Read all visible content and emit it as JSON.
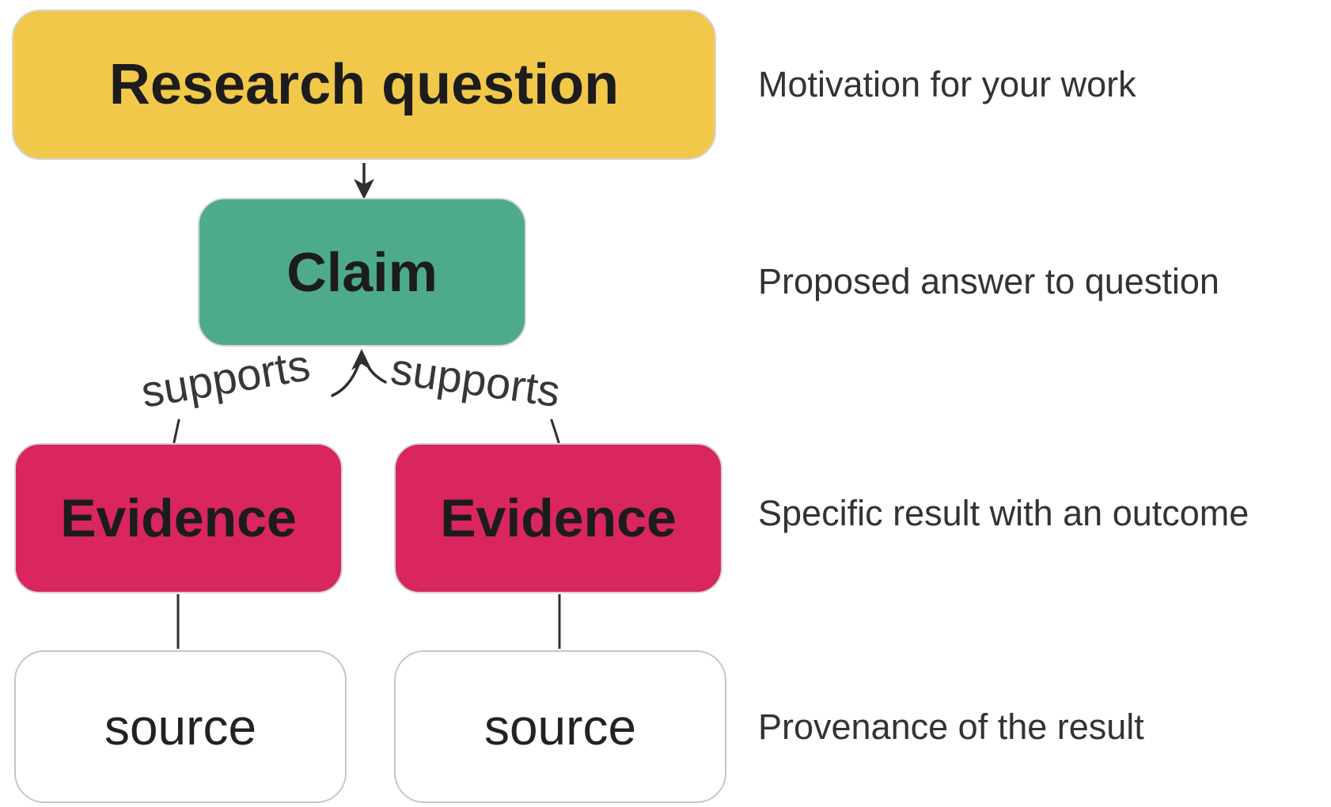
{
  "diagram": {
    "nodes": {
      "research_question": {
        "label": "Research question",
        "fill": "#F2C84B"
      },
      "claim": {
        "label": "Claim",
        "fill": "#4DAB8C"
      },
      "evidence_left": {
        "label": "Evidence",
        "fill": "#D9265F"
      },
      "evidence_right": {
        "label": "Evidence",
        "fill": "#D9265F"
      },
      "source_left": {
        "label": "source",
        "fill": "#FFFFFF"
      },
      "source_right": {
        "label": "source",
        "fill": "#FFFFFF"
      }
    },
    "edges": {
      "research_to_claim": {
        "label": ""
      },
      "evidence_left_to_claim": {
        "label": "supports"
      },
      "evidence_right_to_claim": {
        "label": "supports"
      },
      "evidence_left_to_source": {
        "label": ""
      },
      "evidence_right_to_source": {
        "label": ""
      }
    },
    "annotations": {
      "research_question": "Motivation for your work",
      "claim": "Proposed answer to question",
      "evidence": "Specific result with an outcome",
      "source": "Provenance of the result"
    },
    "colors": {
      "arrow": "#2f2f2f",
      "node_text": "#1c1c1c",
      "annotation_text": "#333333",
      "node_border": "#d4d4d4",
      "background": "#ffffff"
    }
  }
}
